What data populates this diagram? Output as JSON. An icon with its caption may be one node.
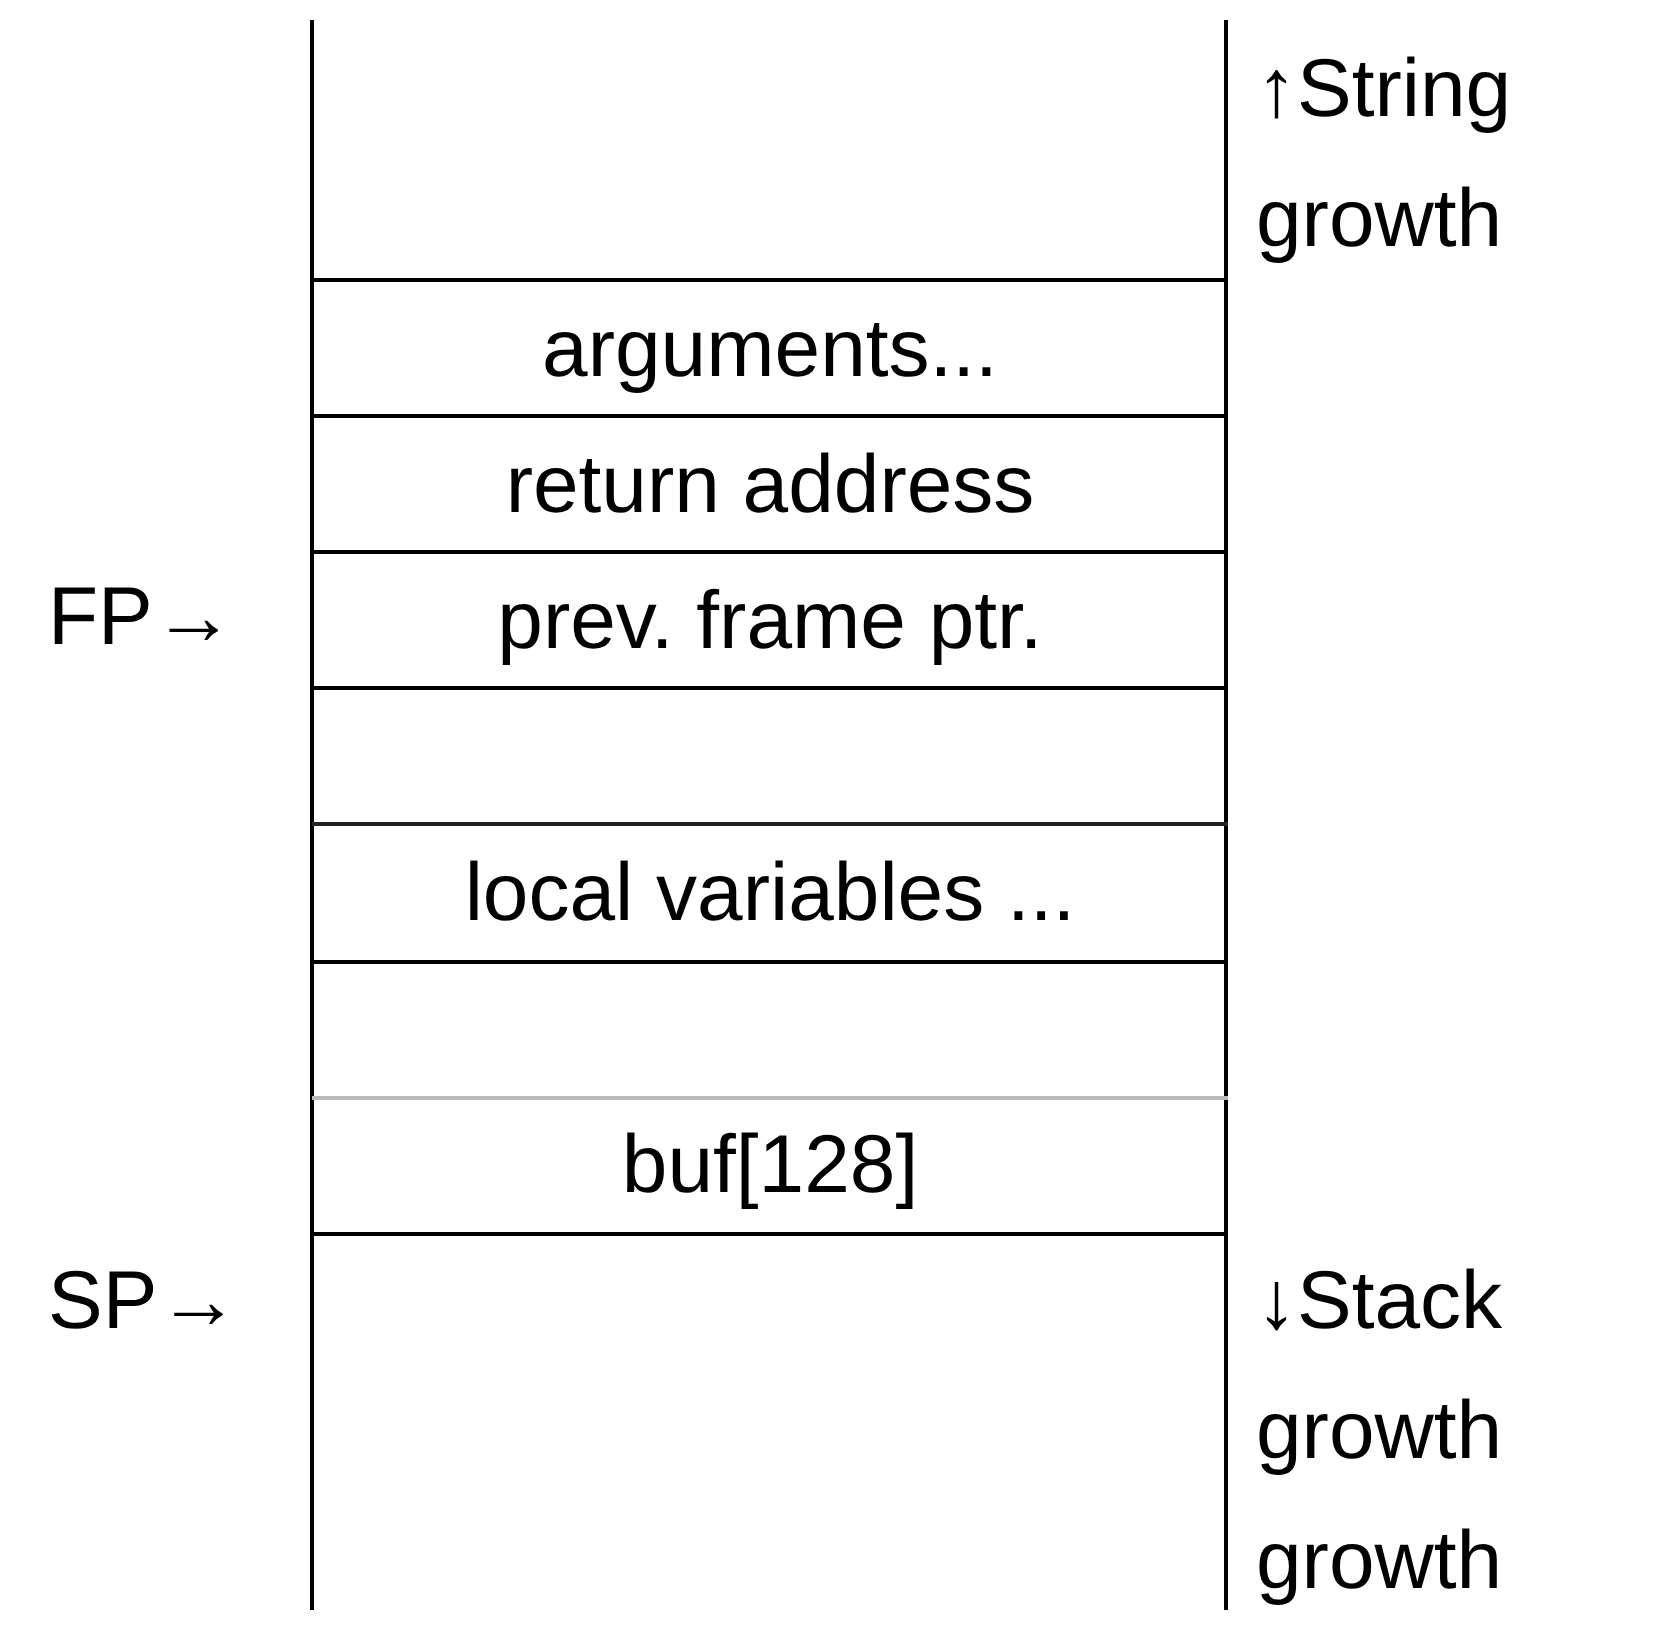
{
  "diagram": {
    "nodes": [
      {
        "text": [
          "arguments..."
        ]
      },
      {
        "text": [
          "return address"
        ]
      },
      {
        "text": [
          "prev. frame ptr."
        ]
      },
      {
        "text": [],
        "shape": "box"
      },
      {
        "text": [
          "local variables ..."
        ]
      },
      {
        "text": [],
        "shape": "box"
      },
      {
        "text": [
          "buf[128]"
        ]
      }
    ],
    "labels": [
      "↑String growth",
      "FP→",
      "SP→",
      "↓Stack growth",
      "growth"
    ]
  }
}
